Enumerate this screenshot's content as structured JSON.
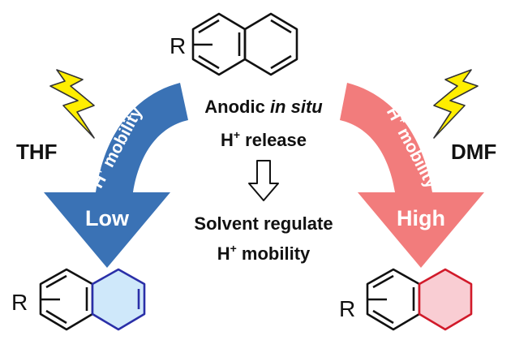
{
  "center": {
    "line1_prefix": "Anodic ",
    "line1_italic": "in situ",
    "line2_prefix": "H",
    "line2_sup": "+",
    "line2_suffix": " release",
    "line3": "Solvent regulate",
    "line4_prefix": "H",
    "line4_sup": "+",
    "line4_suffix": " mobility"
  },
  "left": {
    "solvent": "THF",
    "arrow_prefix": "H",
    "arrow_sup": "+",
    "arrow_suffix": " mobility",
    "level": "Low",
    "arrow_color": "#3a72b5",
    "product_ring_fill": "#cfe8fa",
    "product_ring_stroke": "#2a2fa8"
  },
  "right": {
    "solvent": "DMF",
    "arrow_prefix": "H",
    "arrow_sup": "+",
    "arrow_suffix": " mobility",
    "level": "High",
    "arrow_color": "#f27c7c",
    "product_ring_fill": "#f9cdd3",
    "product_ring_stroke": "#d11a2a"
  },
  "molecules": {
    "substituent": "R"
  },
  "colors": {
    "lightning_fill": "#ffee00",
    "lightning_stroke": "#333333",
    "text": "#111111"
  },
  "icons": {
    "lightning": "lightning-bolt-icon",
    "open_down_arrow": "open-down-arrow-icon"
  }
}
